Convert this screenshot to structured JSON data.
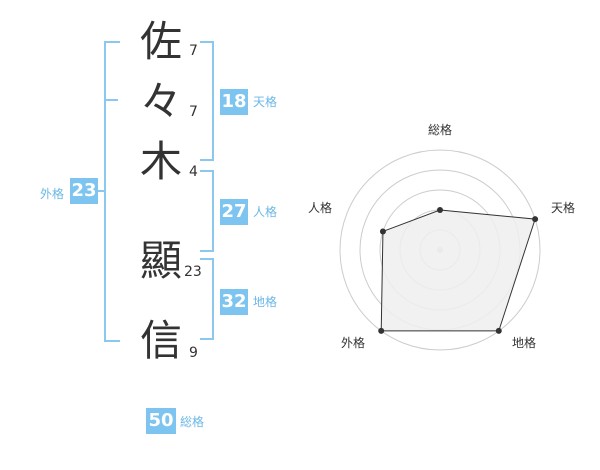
{
  "name_chars": [
    {
      "char": "佐",
      "strokes": "7"
    },
    {
      "char": "々",
      "strokes": "7"
    },
    {
      "char": "木",
      "strokes": "4"
    },
    {
      "char": "顯",
      "strokes": "23"
    },
    {
      "char": "信",
      "strokes": "9"
    }
  ],
  "fortunes": {
    "tenkaku": {
      "label": "天格",
      "value": "18"
    },
    "jinkaku": {
      "label": "人格",
      "value": "27"
    },
    "chikaku": {
      "label": "地格",
      "value": "32"
    },
    "gaikaku": {
      "label": "外格",
      "value": "23"
    },
    "soukaku": {
      "label": "総格",
      "value": "50"
    }
  },
  "chart_data": {
    "type": "radar",
    "axes": [
      "総格",
      "天格",
      "地格",
      "外格",
      "人格"
    ],
    "values": [
      2,
      5,
      5,
      5,
      3
    ],
    "max": 5,
    "rings": 5,
    "fill": "#eeeeee",
    "stroke": "#333333",
    "grid_color": "#cccccc"
  },
  "colors": {
    "accent": "#7ec4f0",
    "label": "#6cb7e6",
    "bracket": "#8cc8ee"
  }
}
